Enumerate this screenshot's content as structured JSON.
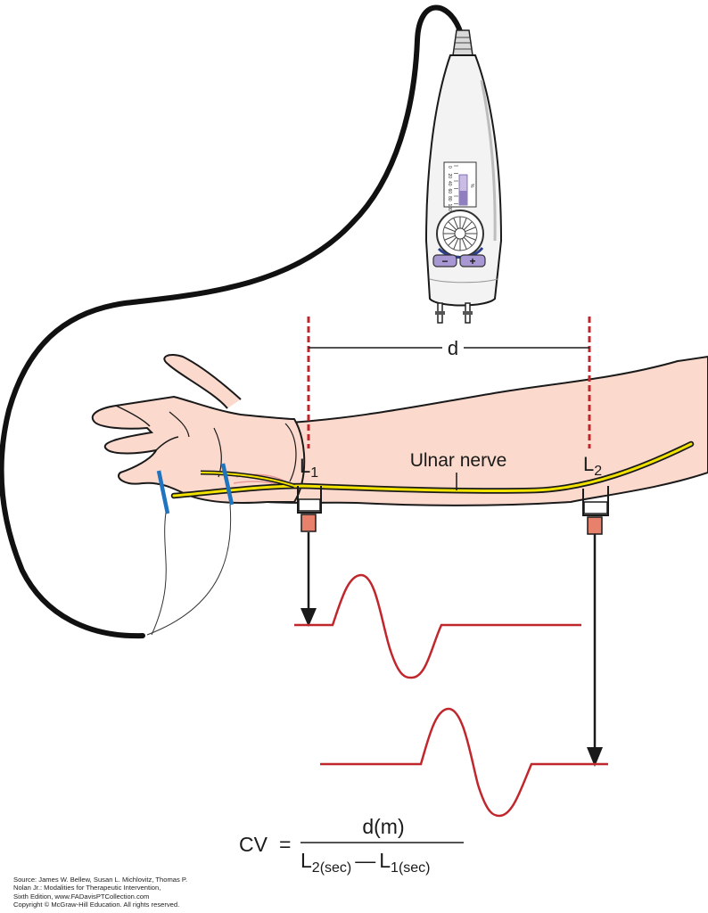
{
  "labels": {
    "distance": "d",
    "site1_letter": "L",
    "site1_sub": "1",
    "site2_letter": "L",
    "site2_sub": "2",
    "nerve": "Ulnar nerve"
  },
  "stimulator": {
    "scale_ticks": [
      "0",
      "20",
      "40",
      "60",
      "80",
      "100"
    ],
    "percent_sign": "%",
    "minus_label": "−",
    "plus_label": "+"
  },
  "formula": {
    "lhs": "CV",
    "equals": "=",
    "numerator": "d(m)",
    "denominator_term1_letter": "L",
    "denominator_term1_sub": "2(sec)",
    "minus": "—",
    "denominator_term2_letter": "L",
    "denominator_term2_sub": "1(sec)"
  },
  "source_lines": [
    "Source: James W. Bellew, Susan L. Michlovitz, Thomas P.",
    "Nolan Jr.: Modalities for Therapeutic Intervention,",
    "Sixth Edition, www.FADavisPTCollection.com",
    "Copyright © McGraw-Hill Education. All rights reserved."
  ],
  "colors": {
    "skin": "#fbd9cd",
    "outline": "#1a1a1a",
    "nerve": "#f2e200",
    "marker": "#c0272d",
    "electrode": "#1f74c0",
    "probe": "#e8816b",
    "device_purple": "#8f7fc0"
  }
}
